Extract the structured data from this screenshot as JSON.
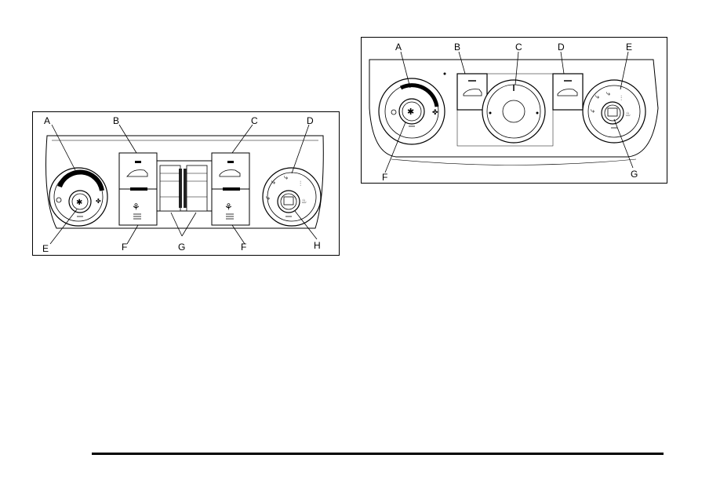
{
  "figures": [
    {
      "id": "left",
      "callouts": {
        "A": "A",
        "B": "B",
        "C": "C",
        "D": "D",
        "E": "E",
        "F1": "F",
        "G": "G",
        "F2": "F",
        "H": "H"
      }
    },
    {
      "id": "right",
      "callouts": {
        "A": "A",
        "B": "B",
        "C": "C",
        "D": "D",
        "E": "E",
        "F": "F",
        "G": "G"
      }
    }
  ],
  "icons": {
    "left": [
      "fan-speed-knob",
      "fan-icon",
      "recirculation-icon",
      "outside-air-icon",
      "temperature-thumbwheel",
      "heated-seat-icon",
      "mode-knob",
      "rear-defrost-icon",
      "defrost-icon"
    ],
    "right": [
      "fan-speed-knob",
      "fan-icon",
      "recirculation-icon",
      "outside-air-icon",
      "temperature-knob",
      "mode-knob",
      "rear-defrost-icon",
      "defrost-icon"
    ]
  }
}
